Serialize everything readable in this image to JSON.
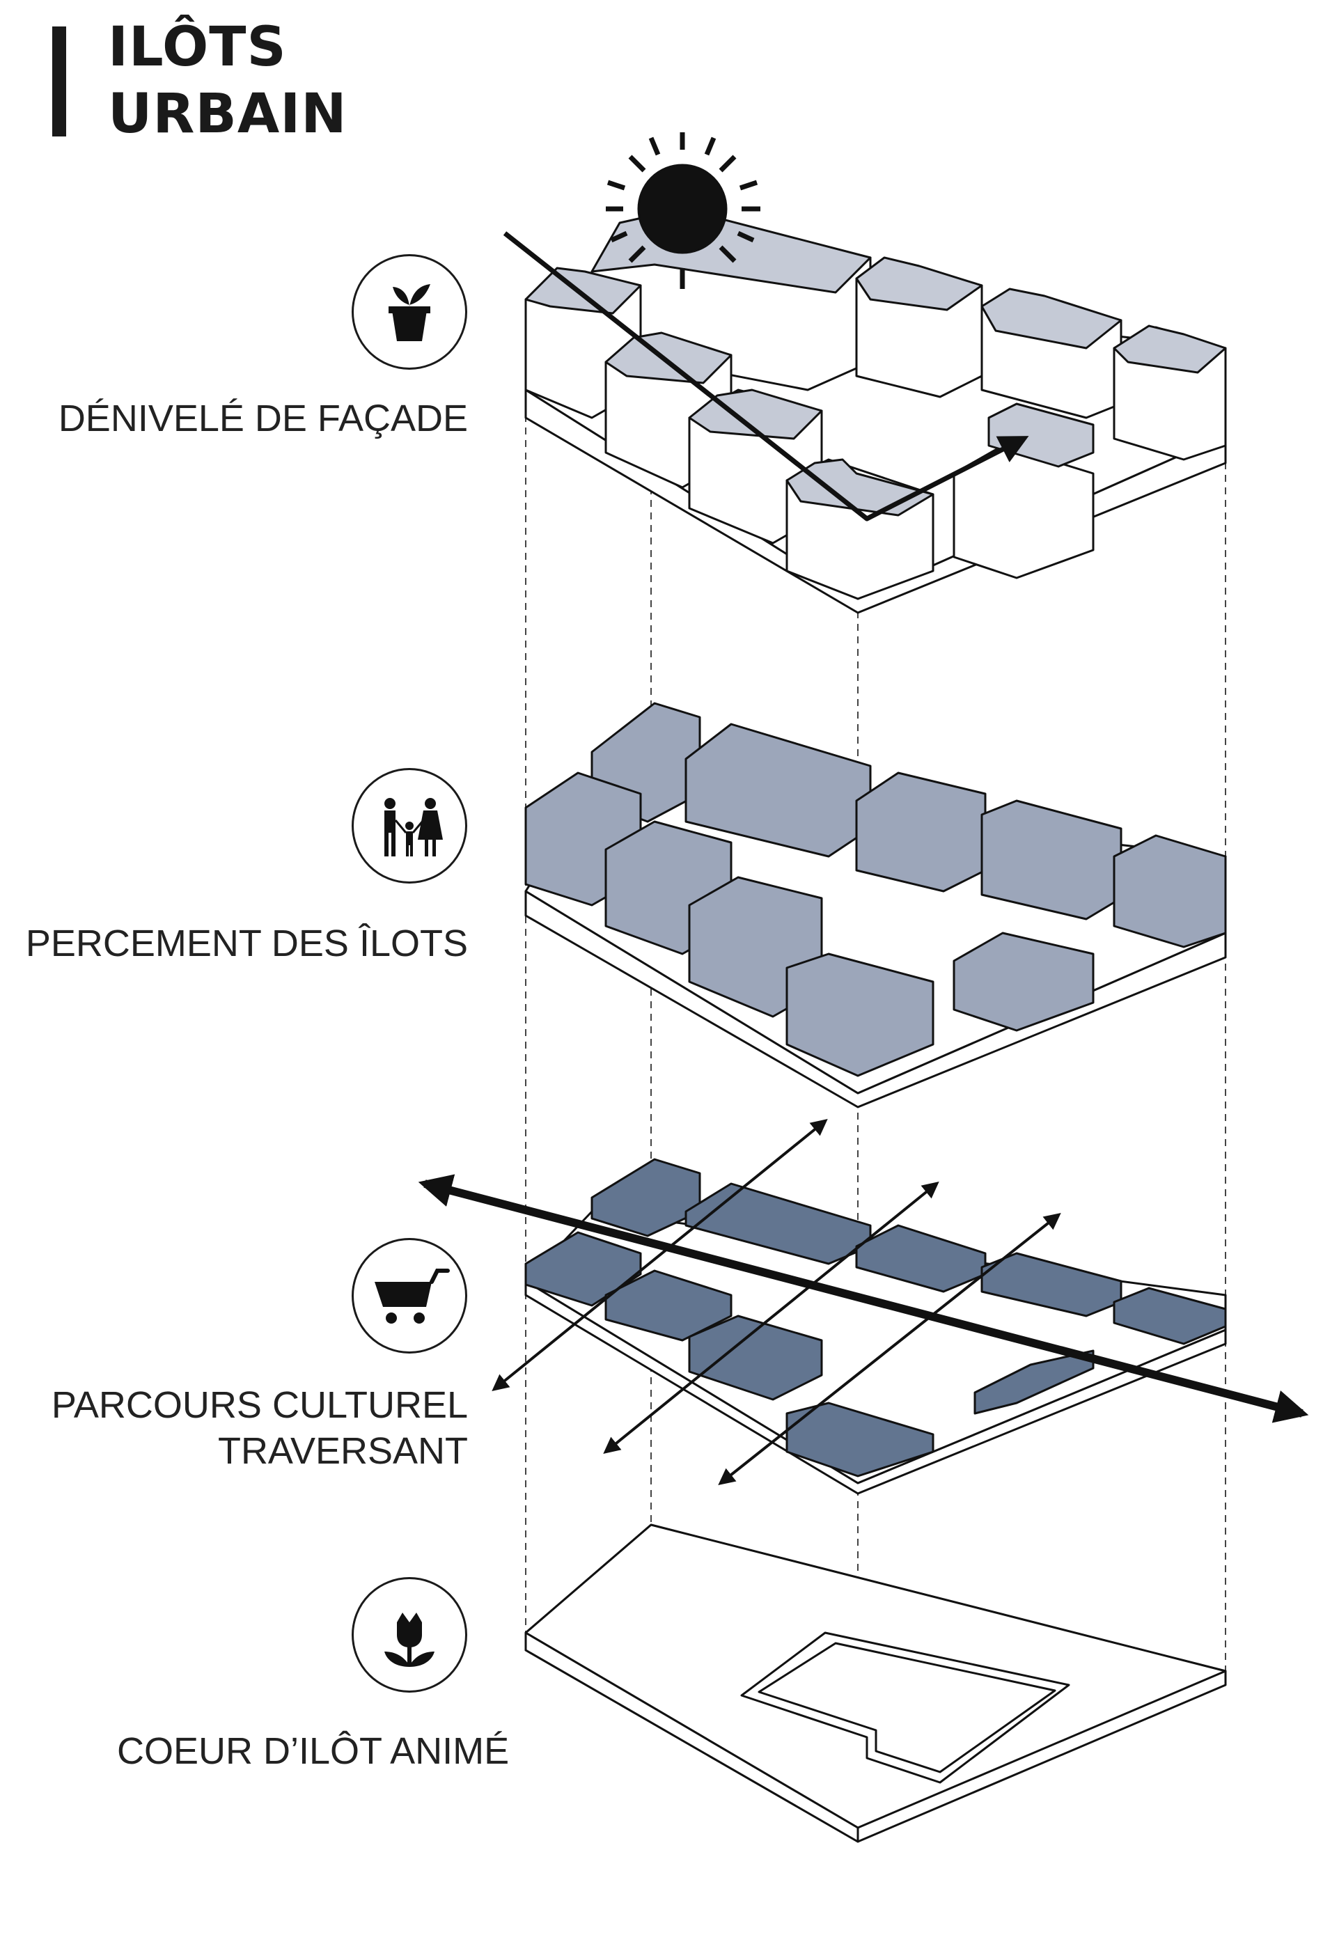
{
  "title": {
    "line1": "ILÔTS",
    "line2": "URBAIN"
  },
  "layers": [
    {
      "label": "DÉNIVELÉ DE FAÇADE",
      "icon": "plant-pot-icon"
    },
    {
      "label": "PERCEMENT DES ÎLOTS",
      "icon": "family-icon"
    },
    {
      "label_line1": "PARCOURS CULTUREL",
      "label_line2": "TRAVERSANT",
      "icon": "shopping-cart-icon"
    },
    {
      "label": "COEUR D’ILÔT ANIMÉ",
      "icon": "tulip-icon"
    }
  ],
  "colors": {
    "roof_light": "#c5cad6",
    "block_mid": "#9ca6ba",
    "block_dark": "#627590",
    "ink": "#1a1a1a"
  }
}
